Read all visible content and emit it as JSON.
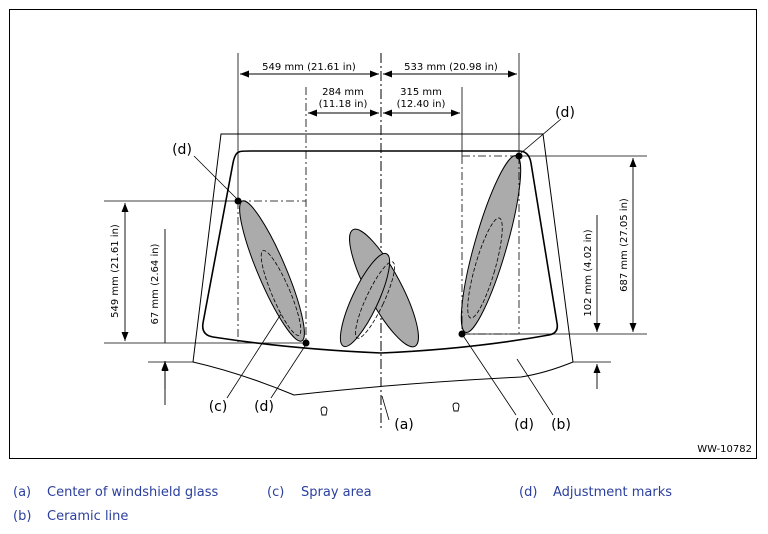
{
  "labels": {
    "top_left": "549 mm (21.61 in)",
    "top_right": "533 mm (20.98 in)",
    "inner_left_1": "284 mm",
    "inner_left_2": "(11.18 in)",
    "inner_right_1": "315 mm",
    "inner_right_2": "(12.40 in)",
    "left_vertical": "549 mm (21.61 in)",
    "left_small": "67 mm (2.64 in)",
    "right_small": "102 mm (4.02 in)",
    "right_vertical": "687 mm (27.05 in)",
    "callout_a": "(a)",
    "callout_b": "(b)",
    "callout_c": "(c)",
    "callout_d": "(d)",
    "figure_code": "WW-10782"
  },
  "legend": [
    {
      "key": "(a)",
      "text": "Center of windshield glass"
    },
    {
      "key": "(c)",
      "text": "Spray area"
    },
    {
      "key": "(d)",
      "text": "Adjustment marks"
    },
    {
      "key": "(b)",
      "text": "Ceramic line"
    }
  ],
  "colors": {
    "spray_fill": "#ababab",
    "legend_text": "#2b3f9e"
  }
}
